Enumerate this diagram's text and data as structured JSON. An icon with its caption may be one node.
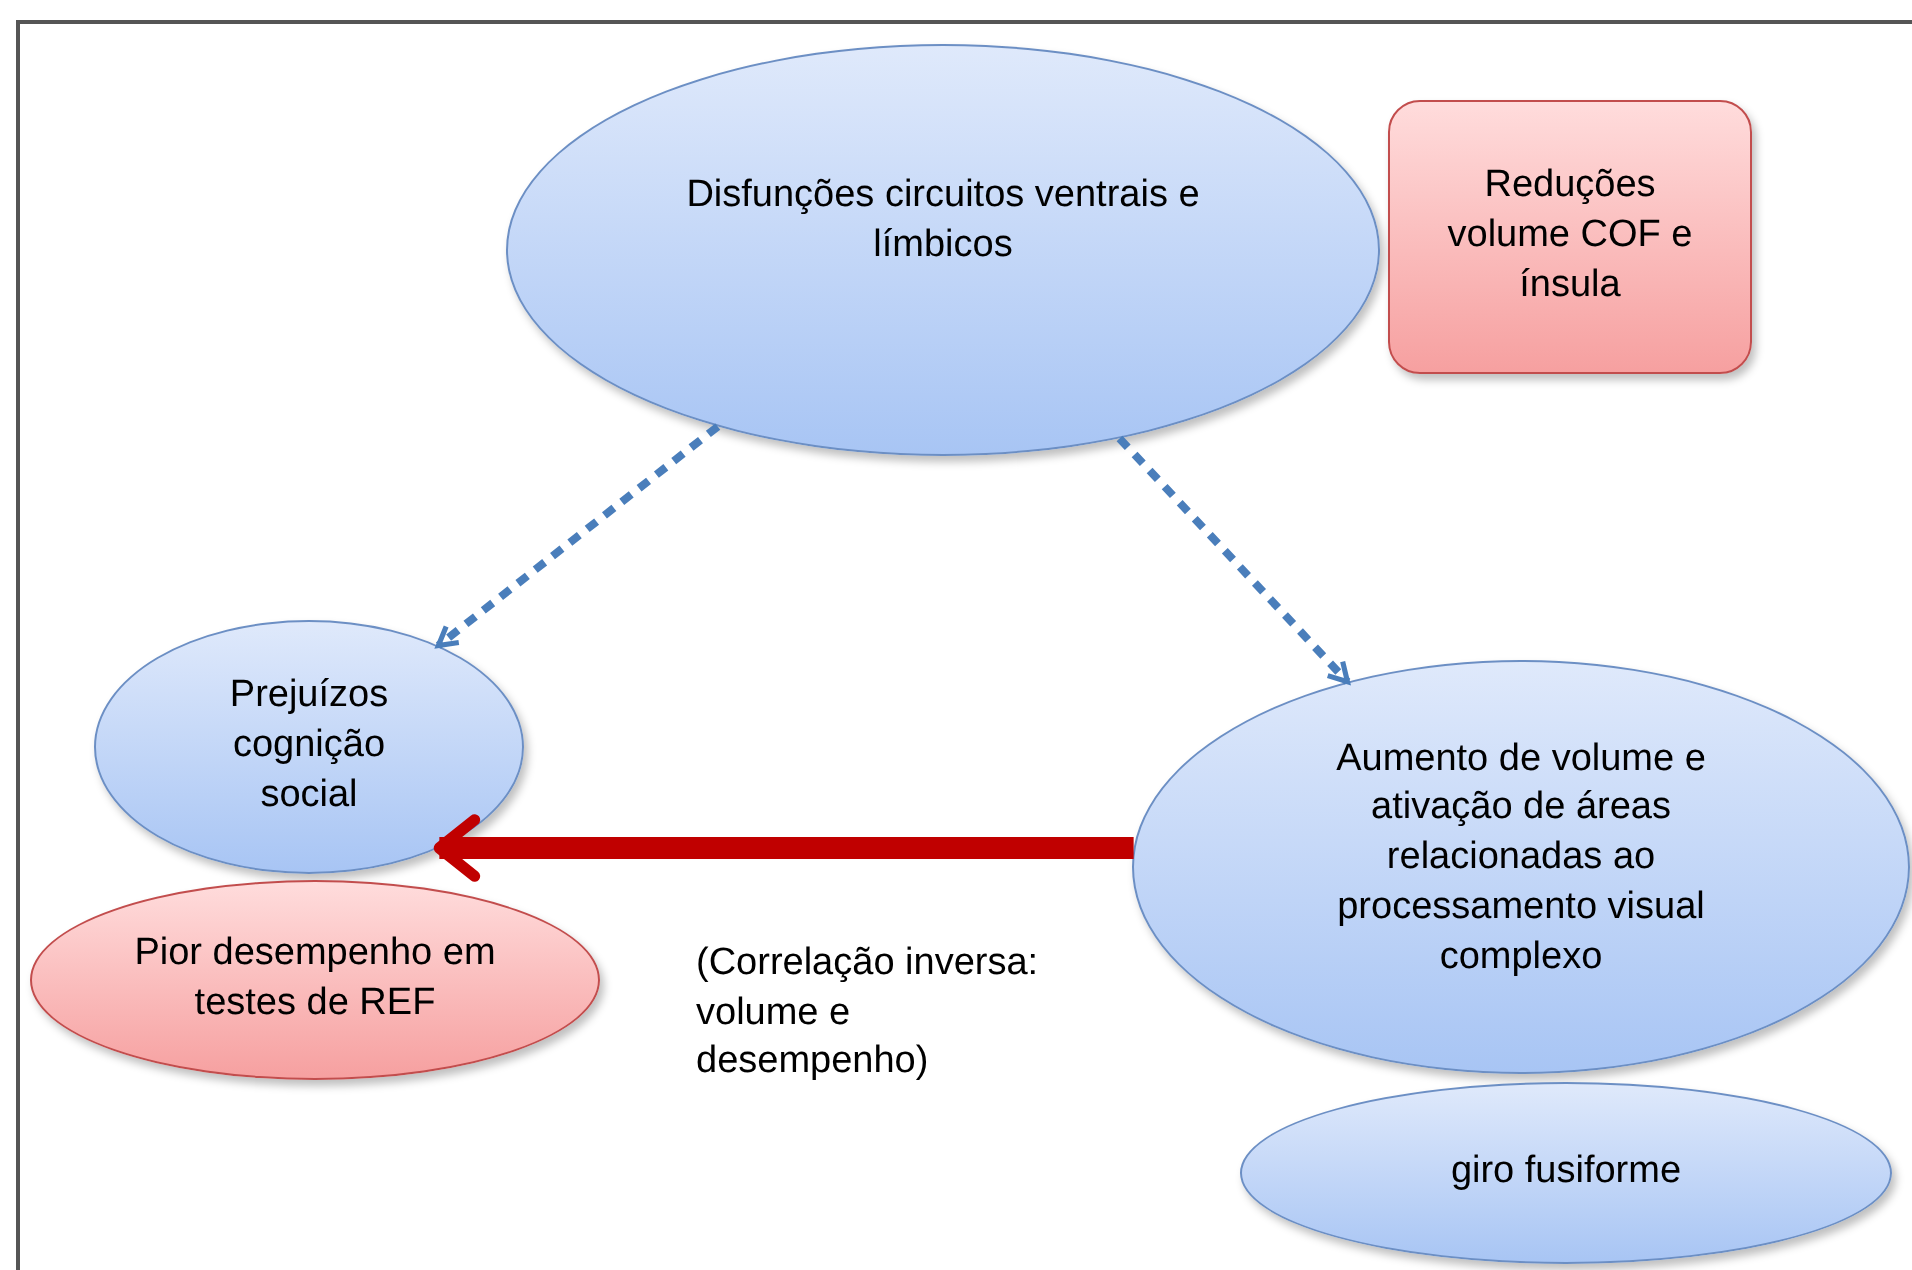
{
  "diagram": {
    "nodes": [
      {
        "text": [
          "Disfunções circuitos ventrais e límbicos"
        ]
      },
      {
        "text": [
          "Reduções volume COF e ínsula"
        ]
      },
      {
        "text": [
          "Prejuízos cognição social"
        ]
      },
      {
        "text": [
          "Pior desempenho em testes de REF"
        ]
      },
      {
        "text": [
          "Aumento de volume e ativação de áreas relacionadas ao processamento visual complexo"
        ]
      },
      {
        "text": [
          "giro fusiforme"
        ]
      }
    ],
    "edges": [
      {
        "from": 0,
        "to": 2,
        "arrow": "to",
        "style": "dashed"
      },
      {
        "from": 0,
        "to": 4,
        "arrow": "to",
        "style": "dashed"
      },
      {
        "from": 4,
        "to": 2,
        "arrow": "to",
        "style": "thick",
        "color": "#c00000",
        "label": "(Correlação inversa: volume e desempenho)"
      }
    ]
  }
}
